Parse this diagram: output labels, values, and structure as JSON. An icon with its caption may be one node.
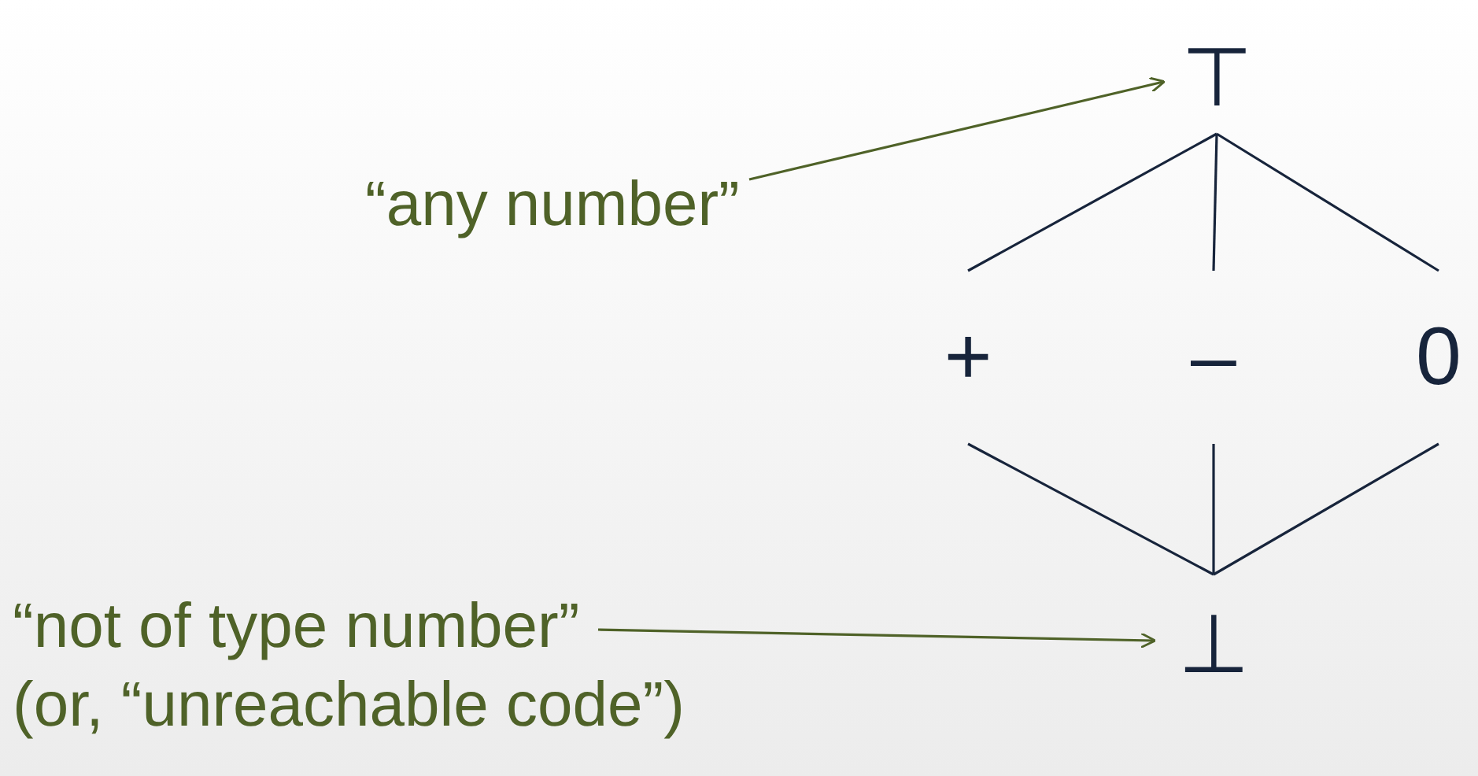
{
  "diagram": {
    "nodes": [
      {
        "text": [
          "⊤"
        ]
      },
      {
        "text": [
          "+"
        ]
      },
      {
        "text": [
          "–"
        ]
      },
      {
        "text": [
          "0"
        ]
      },
      {
        "text": [
          "⊥"
        ]
      },
      {
        "text": [
          "“any number”"
        ]
      },
      {
        "text": [
          "“not of type number”",
          "(or, “unreachable code”)"
        ]
      }
    ],
    "edges": [
      {
        "from": 0,
        "to": 1,
        "arrow": "none"
      },
      {
        "from": 0,
        "to": 2,
        "arrow": "none"
      },
      {
        "from": 0,
        "to": 3,
        "arrow": "none"
      },
      {
        "from": 1,
        "to": 4,
        "arrow": "none"
      },
      {
        "from": 2,
        "to": 4,
        "arrow": "none"
      },
      {
        "from": 3,
        "to": 4,
        "arrow": "none"
      },
      {
        "from": 5,
        "to": 0,
        "arrow": "to",
        "color": "#4f6228"
      },
      {
        "from": 6,
        "to": 4,
        "arrow": "to",
        "color": "#4f6228"
      }
    ]
  }
}
